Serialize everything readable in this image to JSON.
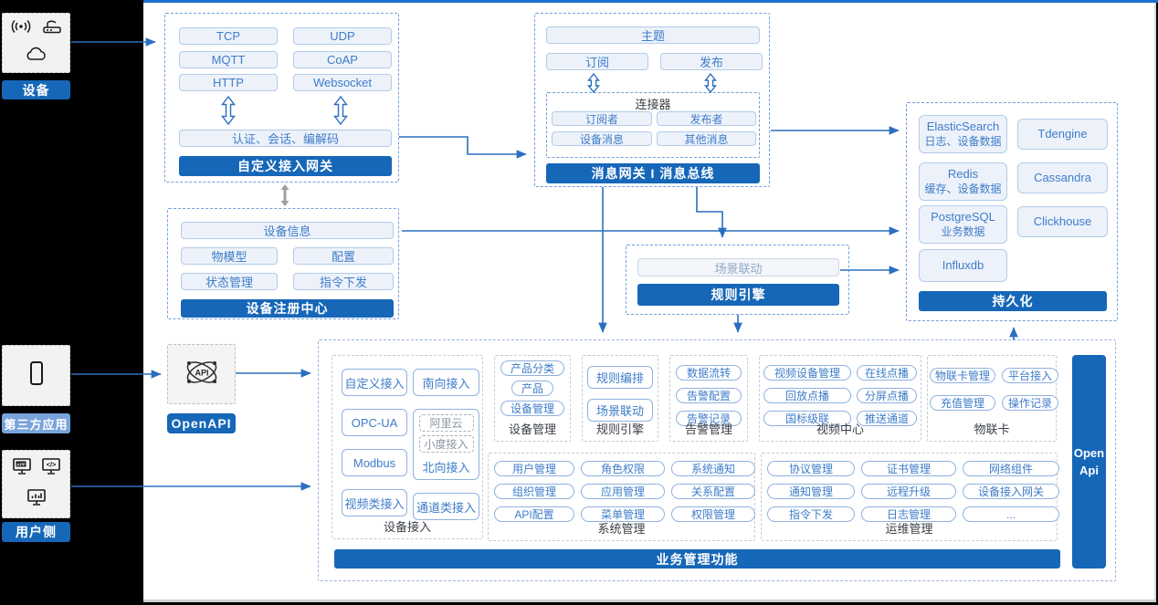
{
  "palette": {
    "primary": "#1667B8",
    "accent_line": "#1A6FC9",
    "arrow": "#2A6FC0",
    "pill_text": "#3D7CC9",
    "light_tag": "#79A3DC"
  },
  "left_rail": {
    "device": {
      "label": "设备",
      "icons": [
        "radio-signal-icon",
        "router-icon",
        "cloud-icon"
      ]
    },
    "third_party": {
      "label": "第三方应用",
      "icons": [
        "smartphone-icon"
      ]
    },
    "user_side": {
      "label": "用户侧",
      "icons": [
        "app-window-icon",
        "code-window-icon",
        "chart-window-icon"
      ]
    }
  },
  "openapi": {
    "label": "OpenAPI",
    "icon": "openapi-atom-icon"
  },
  "gateway": {
    "title": "自定义接入网关",
    "protocols": [
      "TCP",
      "UDP",
      "MQTT",
      "CoAP",
      "HTTP",
      "Websocket"
    ],
    "auth": "认证、会话、编解码"
  },
  "registry": {
    "title": "设备注册中心",
    "full": "设备信息",
    "items": [
      "物模型",
      "配置",
      "状态管理",
      "指令下发"
    ]
  },
  "bus": {
    "title": "消息网关 I 消息总线",
    "topic": "主题",
    "sub": "订阅",
    "pub": "发布",
    "connector": {
      "title": "连接器",
      "items": [
        "订阅者",
        "发布者",
        "设备消息",
        "其他消息"
      ]
    }
  },
  "rule_engine": {
    "title": "规则引擎",
    "item": "场景联动"
  },
  "persistence": {
    "title": "持久化",
    "left": [
      {
        "name": "ElasticSearch",
        "desc": "日志、设备数据"
      },
      {
        "name": "Redis",
        "desc": "缓存、设备数据"
      },
      {
        "name": "PostgreSQL",
        "desc": "业务数据"
      },
      {
        "name": "Influxdb",
        "desc": ""
      }
    ],
    "right": [
      "Tdengine",
      "Cassandra",
      "Clickhouse"
    ]
  },
  "business": {
    "banner": "业务管理功能",
    "open_api": {
      "line1": "Open",
      "line2": "Api"
    },
    "device_access": {
      "label": "设备接入",
      "col1": [
        "自定义接入",
        "OPC-UA",
        "Modbus",
        "视频类接入"
      ],
      "col2_top": "南向接入",
      "north": {
        "items": [
          "阿里云",
          "小度接入"
        ],
        "label": "北向接入"
      },
      "col2_bottom": "通道类接入"
    },
    "device_mgmt": {
      "label": "设备管理",
      "items": [
        "产品分类",
        "产品",
        "设备管理"
      ]
    },
    "rule": {
      "label": "规则引擎",
      "items": [
        "规则编排",
        "场景联动"
      ]
    },
    "alarm": {
      "label": "告警管理",
      "items": [
        "数据流转",
        "告警配置",
        "告警记录"
      ]
    },
    "video": {
      "label": "视频中心",
      "items": [
        "视频设备管理",
        "在线点播",
        "回放点播",
        "分屏点播",
        "国标级联",
        "推送通道"
      ]
    },
    "iot_card": {
      "label": "物联卡",
      "items": [
        "物联卡管理",
        "平台接入",
        "充值管理",
        "操作记录"
      ]
    },
    "system": {
      "label": "系统管理",
      "items": [
        "用户管理",
        "角色权限",
        "系统通知",
        "组织管理",
        "应用管理",
        "关系配置",
        "API配置",
        "菜单管理",
        "权限管理"
      ]
    },
    "ops": {
      "label": "运维管理",
      "items": [
        "协议管理",
        "证书管理",
        "网络组件",
        "通知管理",
        "远程升级",
        "设备接入网关",
        "指令下发",
        "日志管理",
        "..."
      ]
    }
  }
}
